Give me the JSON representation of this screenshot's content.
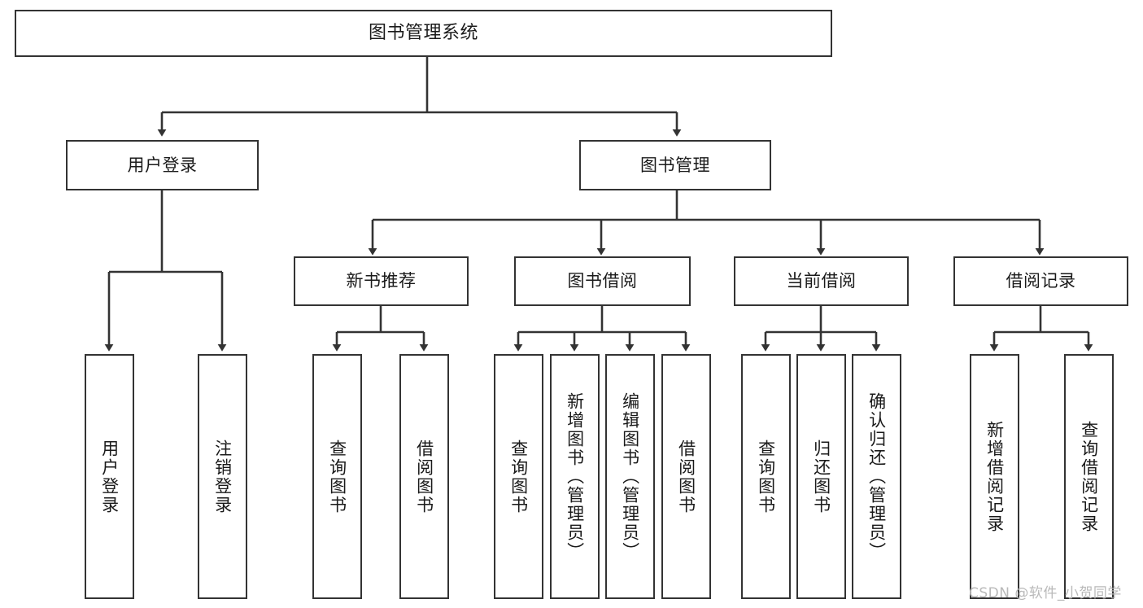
{
  "diagram": {
    "title": "图书管理系统",
    "type": "tree-structure-chart",
    "colors": {
      "border": "#333333",
      "box_fill": "#ffffff",
      "text": "#1a1a1a",
      "watermark": "#b9b9b9",
      "background": "#ffffff"
    },
    "root": {
      "label": "图书管理系统"
    },
    "level2": {
      "user_login": "用户登录",
      "book_manage": "图书管理"
    },
    "level3": {
      "new_book_recommend": "新书推荐",
      "book_borrow": "图书借阅",
      "current_borrow": "当前借阅",
      "borrow_record": "借阅记录"
    },
    "leaves": {
      "user_login_children": [
        "用户登录",
        "注销登录"
      ],
      "new_book_recommend_children": [
        "查询图书",
        "借阅图书"
      ],
      "book_borrow_children": [
        "查询图书",
        "新增图书（管理员）",
        "编辑图书（管理员）",
        "借阅图书"
      ],
      "current_borrow_children": [
        "查询图书",
        "归还图书",
        "确认归还（管理员）"
      ],
      "borrow_record_children": [
        "新增借阅记录",
        "查询借阅记录"
      ]
    },
    "watermark": "CSDN @软件_小贺同学"
  }
}
